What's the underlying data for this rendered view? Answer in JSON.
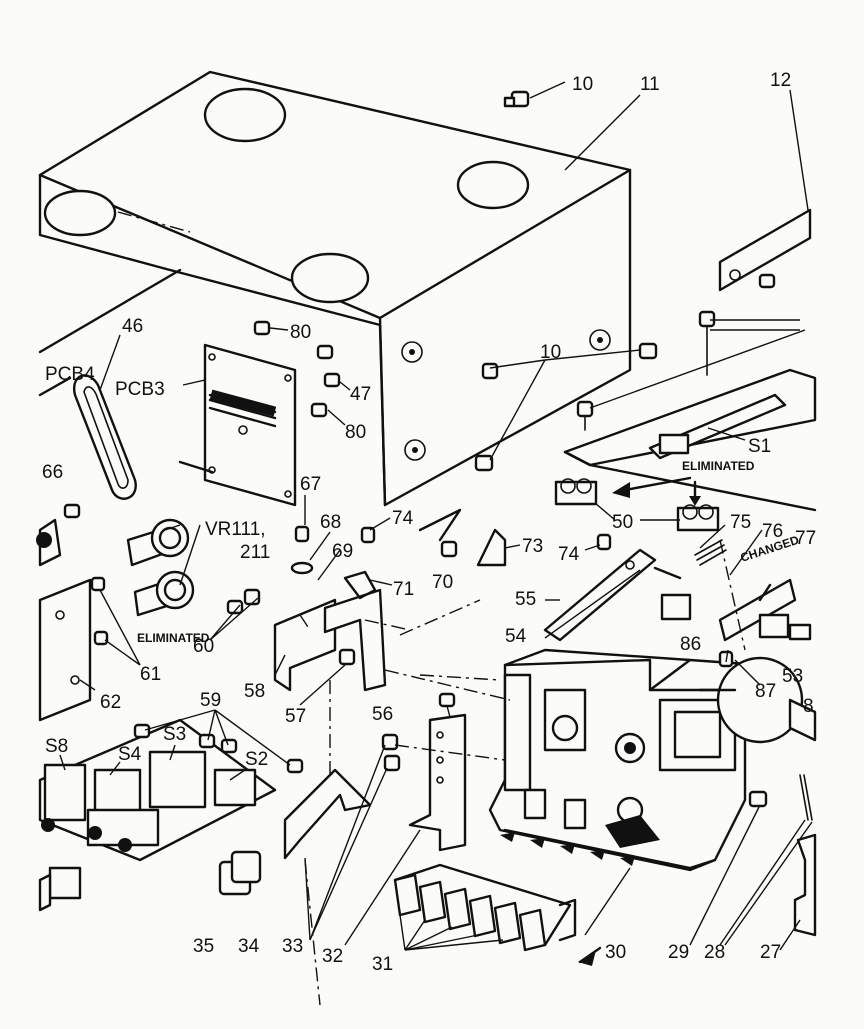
{
  "labels": {
    "p10a": "10",
    "p11": "11",
    "p12": "12",
    "p10b": "10",
    "p46": "46",
    "pcb4": "PCB4",
    "pcb3": "PCB3",
    "p80a": "80",
    "p47": "47",
    "p80b": "80",
    "s1": "S1",
    "eliminated_a": "ELIMINATED",
    "p50": "50",
    "p75": "75",
    "p76": "76",
    "p77": "77",
    "changed": "CHANGED",
    "p66": "66",
    "vr": "VR111,",
    "vr2": "211",
    "p67": "67",
    "p68": "68",
    "p69": "69",
    "p74a": "74",
    "p71": "71",
    "p70": "70",
    "p73": "73",
    "p74b": "74",
    "p55": "55",
    "p54": "54",
    "eliminated_b": "ELIMINATED",
    "p60": "60",
    "p61": "61",
    "p58": "58",
    "p57": "57",
    "p62": "62",
    "p86": "86",
    "p87": "87",
    "p53": "53",
    "p8x": "8",
    "p59": "59",
    "p56": "56",
    "s8": "S8",
    "s4": "S4",
    "s3": "S3",
    "s2": "S2",
    "p35": "35",
    "p34": "34",
    "p33": "33",
    "p32": "32",
    "p31": "31",
    "p30": "30",
    "p29": "29",
    "p28": "28",
    "p27": "27"
  }
}
